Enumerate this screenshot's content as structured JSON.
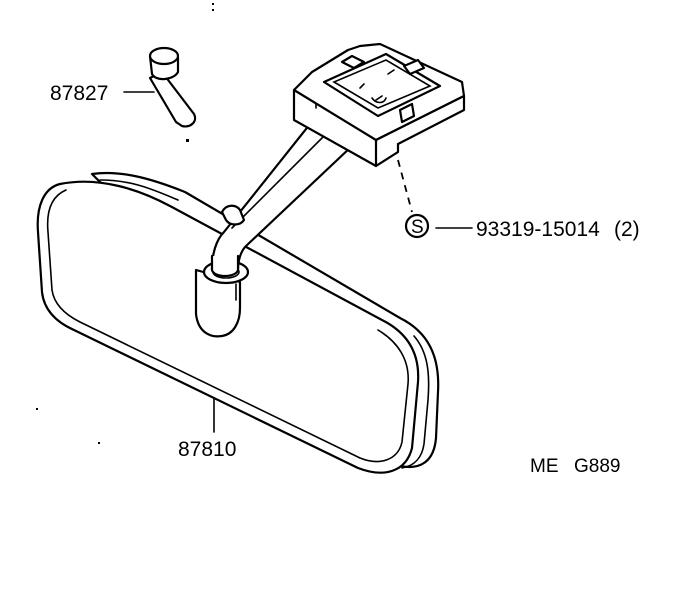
{
  "parts": {
    "cap_part_number": "87827",
    "screw_symbol": "S",
    "screw_part_number": "93319-15014",
    "screw_quantity": "(2)",
    "mirror_part_number": "87810"
  },
  "figure_code": {
    "prefix": "ME",
    "code": "G889"
  }
}
